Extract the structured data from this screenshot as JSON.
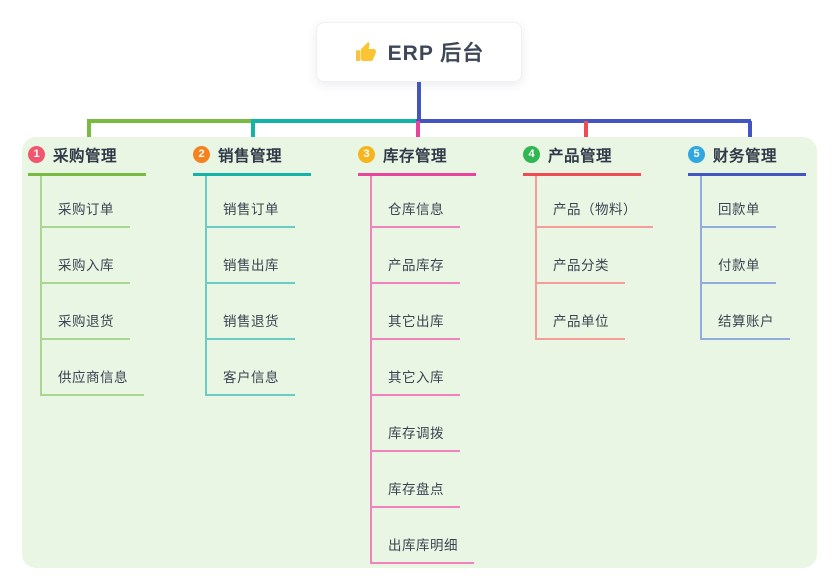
{
  "root": {
    "title": "ERP 后台",
    "icon": "thumbs-up-icon"
  },
  "canvas": {
    "background": "#ffffff",
    "panel_background": "#e9f6e3"
  },
  "connector": {
    "root_color": "#4355c1"
  },
  "branches": [
    {
      "index": "1",
      "label": "采购管理",
      "badge_color": "#f2566f",
      "line_color": "#79ba40",
      "sub_line_color": "#a9d78f",
      "children": [
        "采购订单",
        "采购入库",
        "采购退货",
        "供应商信息"
      ]
    },
    {
      "index": "2",
      "label": "销售管理",
      "badge_color": "#f5821f",
      "line_color": "#14b3a7",
      "sub_line_color": "#6cccc3",
      "children": [
        "销售订单",
        "销售出库",
        "销售退货",
        "客户信息"
      ]
    },
    {
      "index": "3",
      "label": "库存管理",
      "badge_color": "#f6b51e",
      "line_color": "#e8449e",
      "sub_line_color": "#f083bd",
      "children": [
        "仓库信息",
        "产品库存",
        "其它出库",
        "其它入库",
        "库存调拨",
        "库存盘点",
        "出库库明细"
      ]
    },
    {
      "index": "4",
      "label": "产品管理",
      "badge_color": "#31b653",
      "line_color": "#f04b52",
      "sub_line_color": "#f69d9a",
      "children": [
        "产品（物料）",
        "产品分类",
        "产品单位"
      ]
    },
    {
      "index": "5",
      "label": "财务管理",
      "badge_color": "#2fa7e0",
      "line_color": "#4355c1",
      "sub_line_color": "#93aade",
      "children": [
        "回款单",
        "付款单",
        "结算账户"
      ]
    }
  ]
}
